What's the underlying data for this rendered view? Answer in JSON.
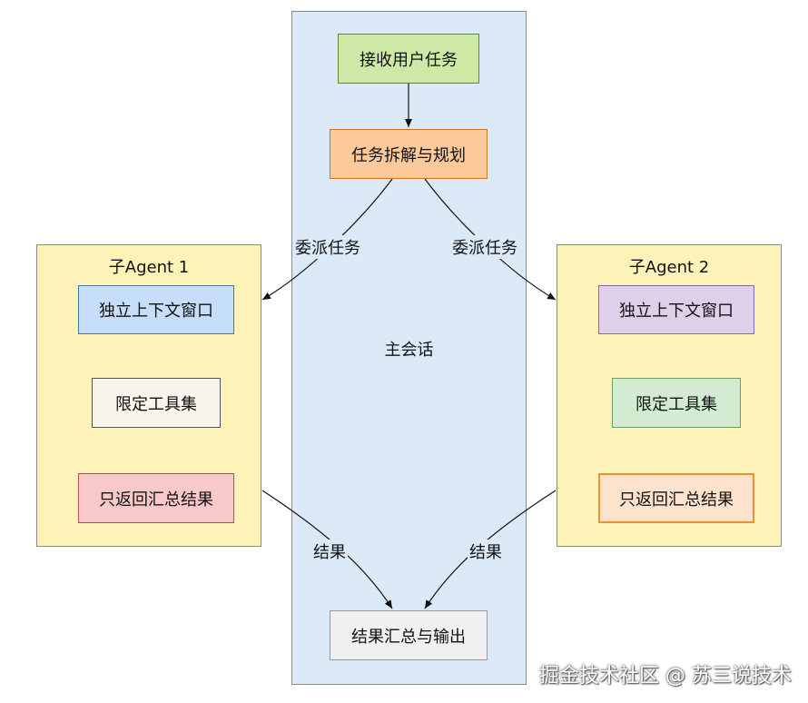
{
  "main_session": {
    "label": "主会话",
    "steps": {
      "receive": "接收用户任务",
      "plan": "任务拆解与规划",
      "merge": "结果汇总与输出"
    }
  },
  "sub_agents": [
    {
      "title": "子Agent 1",
      "items": [
        "独立上下文窗口",
        "限定工具集",
        "只返回汇总结果"
      ]
    },
    {
      "title": "子Agent 2",
      "items": [
        "独立上下文窗口",
        "限定工具集",
        "只返回汇总结果"
      ]
    }
  ],
  "edge_labels": {
    "delegate": "委派任务",
    "result": "结果"
  },
  "watermark": "掘金技术社区 @ 苏三说技术"
}
